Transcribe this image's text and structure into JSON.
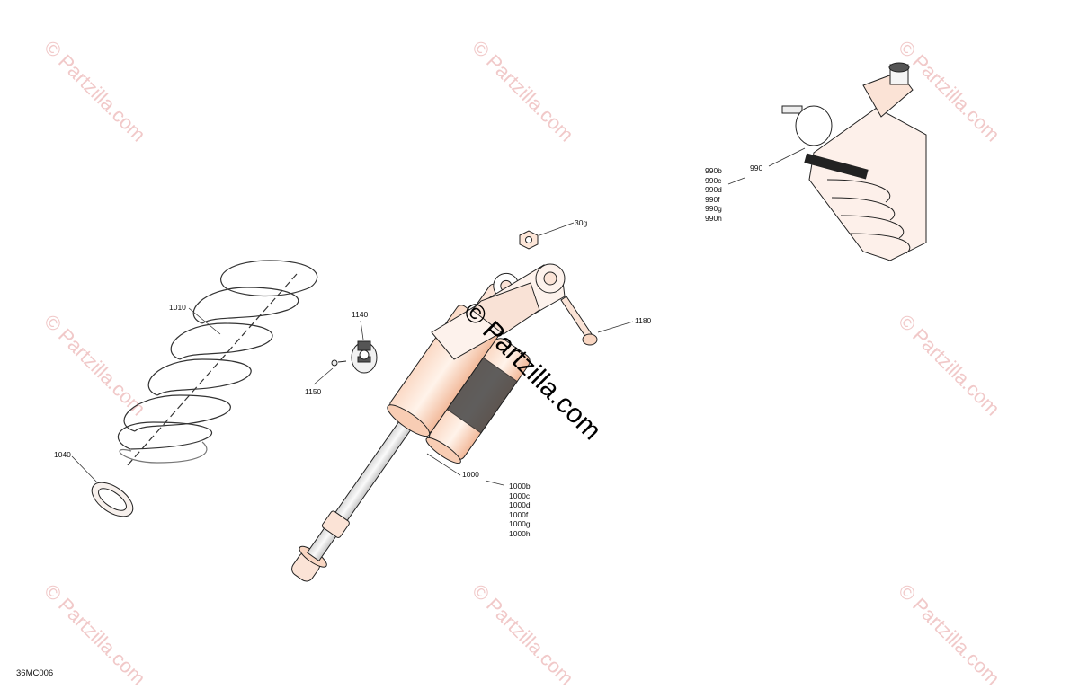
{
  "watermark": "© Partzilla.com",
  "figure_code": "36MC006",
  "callouts": {
    "c990": "990",
    "c990_variants": [
      "990b",
      "990c",
      "990d",
      "990f",
      "990g",
      "990h"
    ],
    "c30g": "30g",
    "c1010": "1010",
    "c1140": "1140",
    "c1180": "1180",
    "c1150": "1150",
    "c1040": "1040",
    "c1000": "1000",
    "c1000_variants": [
      "1000b",
      "1000c",
      "1000d",
      "1000f",
      "1000g",
      "1000h"
    ]
  }
}
